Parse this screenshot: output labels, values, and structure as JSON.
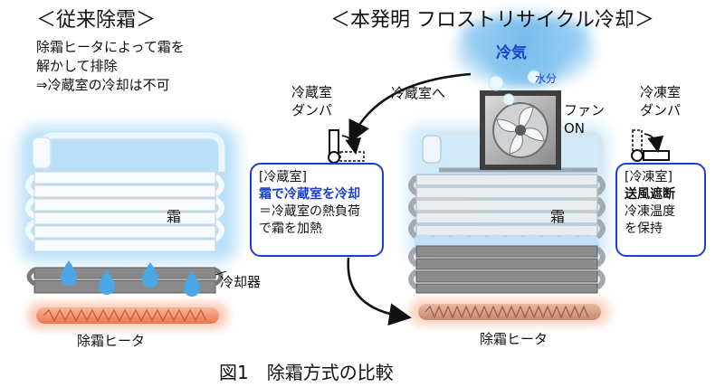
{
  "left": {
    "title": "＜従来除霜＞",
    "desc": [
      "除霜ヒータによって霜を",
      "解かして排除",
      "⇒冷蔵室の冷却は不可"
    ],
    "frost_label": "霜",
    "cooler_label": "冷却器",
    "heater_label": "除霜ヒータ"
  },
  "right": {
    "title": "＜本発明 フロストリサイクル冷却＞",
    "cold_air_label": "冷気",
    "moisture_label": "水分",
    "to_fridge_label": "冷蔵室へ",
    "fan_label": [
      "ファン",
      "ON"
    ],
    "fridge_damper_label": [
      "冷蔵室",
      "ダンパ"
    ],
    "freezer_damper_label": [
      "冷凍室",
      "ダンパ"
    ],
    "fridge_box": {
      "heading": "[冷蔵室]",
      "highlight": "霜で冷蔵室を冷却",
      "lines": [
        "＝冷蔵室の熱負荷",
        "で霜を加熱"
      ]
    },
    "freezer_box": {
      "heading": "[冷凍室]",
      "highlight": "送風遮断",
      "lines": [
        "冷凍温度",
        "を保持"
      ]
    },
    "frost_label": "霜",
    "heater_label": "除霜ヒータ"
  },
  "caption": "図1　除霜方式の比較",
  "colors": {
    "accent_blue": "#1a3fd0",
    "frost_glow": "#a9d8f5",
    "heater": "#f08a62",
    "cooler_gray": "#7d7d7d"
  }
}
